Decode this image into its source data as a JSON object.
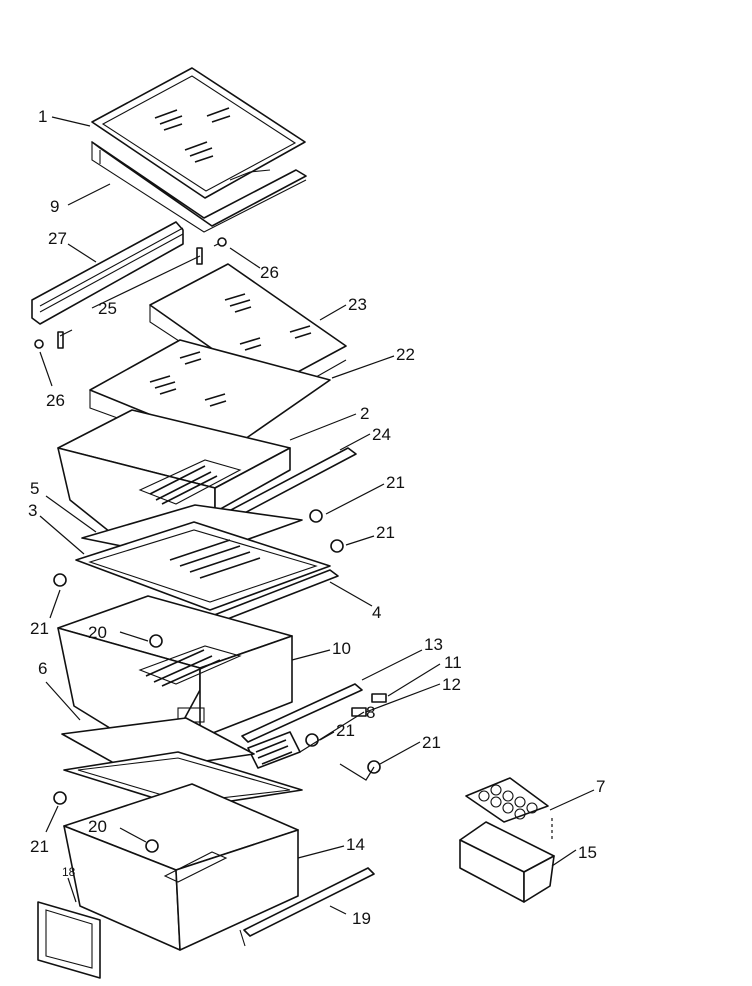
{
  "diagram": {
    "callouts": {
      "c1": "1",
      "c9": "9",
      "c27": "27",
      "c26a": "26",
      "c25": "25",
      "c26b": "26",
      "c23": "23",
      "c22": "22",
      "c2": "2",
      "c24": "24",
      "c5": "5",
      "c3": "3",
      "c21a": "21",
      "c21b": "21",
      "c4": "4",
      "c21c": "21",
      "c20a": "20",
      "c10": "10",
      "c13": "13",
      "c11": "11",
      "c12": "12",
      "c6": "6",
      "c8": "8",
      "c21d": "21",
      "c21e": "21",
      "c7": "7",
      "c15": "15",
      "c20b": "20",
      "c21f": "21",
      "c14": "14",
      "c18": "18",
      "c19": "19"
    }
  }
}
